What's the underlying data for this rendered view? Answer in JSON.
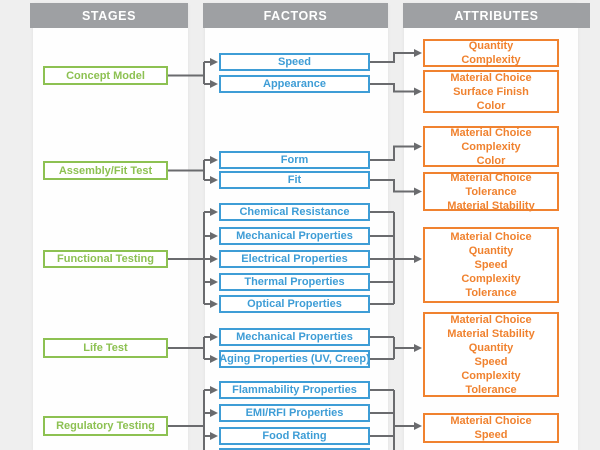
{
  "headers": [
    {
      "label": "STAGES"
    },
    {
      "label": "FACTORS"
    },
    {
      "label": "ATTRIBUTES"
    }
  ],
  "stages": [
    {
      "label": "Concept Model"
    },
    {
      "label": "Assembly/Fit Test"
    },
    {
      "label": "Functional Testing"
    },
    {
      "label": "Life Test"
    },
    {
      "label": "Regulatory Testing"
    }
  ],
  "factors": [
    {
      "label": "Speed"
    },
    {
      "label": "Appearance"
    },
    {
      "label": "Form"
    },
    {
      "label": "Fit"
    },
    {
      "label": "Chemical Resistance"
    },
    {
      "label": "Mechanical Properties"
    },
    {
      "label": "Electrical Properties"
    },
    {
      "label": "Thermal Properties"
    },
    {
      "label": "Optical Properties"
    },
    {
      "label": "Mechanical Properties"
    },
    {
      "label": "Aging Properties (UV, Creep)"
    },
    {
      "label": "Flammability Properties"
    },
    {
      "label": "EMI/RFI Properties"
    },
    {
      "label": "Food Rating"
    },
    {
      "label": ""
    }
  ],
  "attributes": [
    {
      "lines": [
        "Quantity",
        "Complexity"
      ]
    },
    {
      "lines": [
        "Material Choice",
        "Surface Finish",
        "Color"
      ]
    },
    {
      "lines": [
        "Material Choice",
        "Complexity",
        "Color"
      ]
    },
    {
      "lines": [
        "Material Choice",
        "Tolerance",
        "Material Stability"
      ]
    },
    {
      "lines": [
        "Material Choice",
        "Quantity",
        "Speed",
        "Complexity",
        "Tolerance"
      ]
    },
    {
      "lines": [
        "Material Choice",
        "Material Stability",
        "Quantity",
        "Speed",
        "Complexity",
        "Tolerance"
      ]
    },
    {
      "lines": [
        "Material Choice",
        "Speed"
      ]
    }
  ],
  "sections": [
    {
      "stage": 0,
      "factors": [
        0,
        1
      ],
      "type": "one-to-one",
      "links": [
        [
          0,
          0
        ],
        [
          1,
          1
        ]
      ]
    },
    {
      "stage": 1,
      "factors": [
        2,
        3
      ],
      "type": "one-to-one",
      "links": [
        [
          2,
          2
        ],
        [
          3,
          3
        ]
      ]
    },
    {
      "stage": 2,
      "factors": [
        4,
        5,
        6,
        7,
        8
      ],
      "type": "group",
      "attribute": 4
    },
    {
      "stage": 3,
      "factors": [
        9,
        10
      ],
      "type": "group",
      "attribute": 5
    },
    {
      "stage": 4,
      "factors": [
        11,
        12,
        13,
        14
      ],
      "type": "group",
      "attribute": 6
    }
  ],
  "colors": {
    "stage": "#8dc152",
    "factor": "#3e9dd6",
    "attribute": "#f0822f",
    "header_bg": "#9ea0a3",
    "header_text": "#ffffff",
    "connector": "#6a6b6e",
    "page_bg": "#efefef",
    "panel_bg": "#fefefe"
  }
}
